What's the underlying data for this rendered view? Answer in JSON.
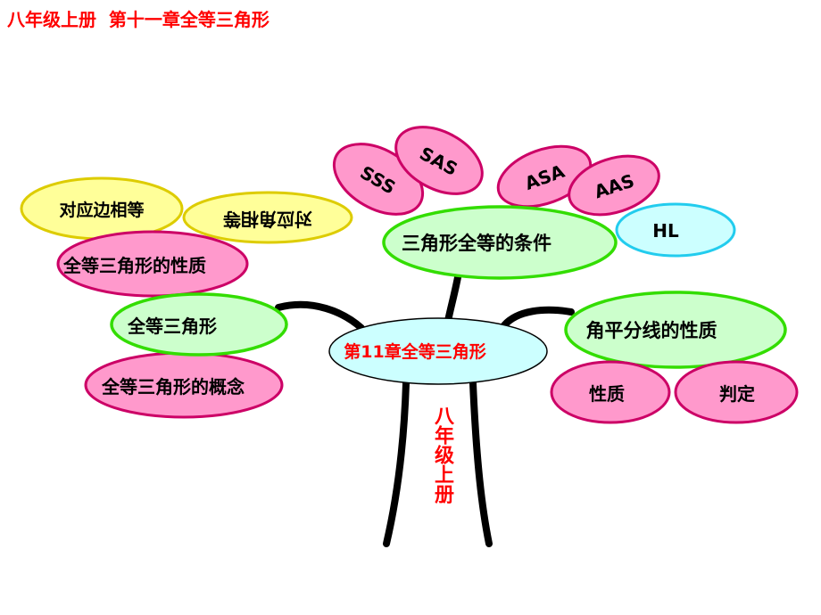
{
  "title": "八年级上册  第十一章全等三角形",
  "trunk_label": "八年级上册",
  "center": "第11章全等三角形",
  "conditions": {
    "label": "三角形全等的条件",
    "items": [
      "SSS",
      "SAS",
      "ASA",
      "AAS",
      "HL"
    ]
  },
  "congruent": {
    "label": "全等三角形",
    "property": "全等三角形的性质",
    "concept": "全等三角形的概念",
    "sides": "对应边相等",
    "angles": "对应角相等"
  },
  "bisector": {
    "label": "角平分线的性质",
    "items": [
      "性质",
      "判定"
    ]
  },
  "colors": {
    "title_red": "#ff0000",
    "green_border": "#33dd00",
    "green_fill": "#ccffcc",
    "pink_border": "#cc0066",
    "pink_fill": "#ff99cc",
    "yellow_fill": "#ffff99",
    "yellow_border": "#ddcc00",
    "cyan_fill": "#ccffff",
    "cyan_border": "#22ccee"
  }
}
